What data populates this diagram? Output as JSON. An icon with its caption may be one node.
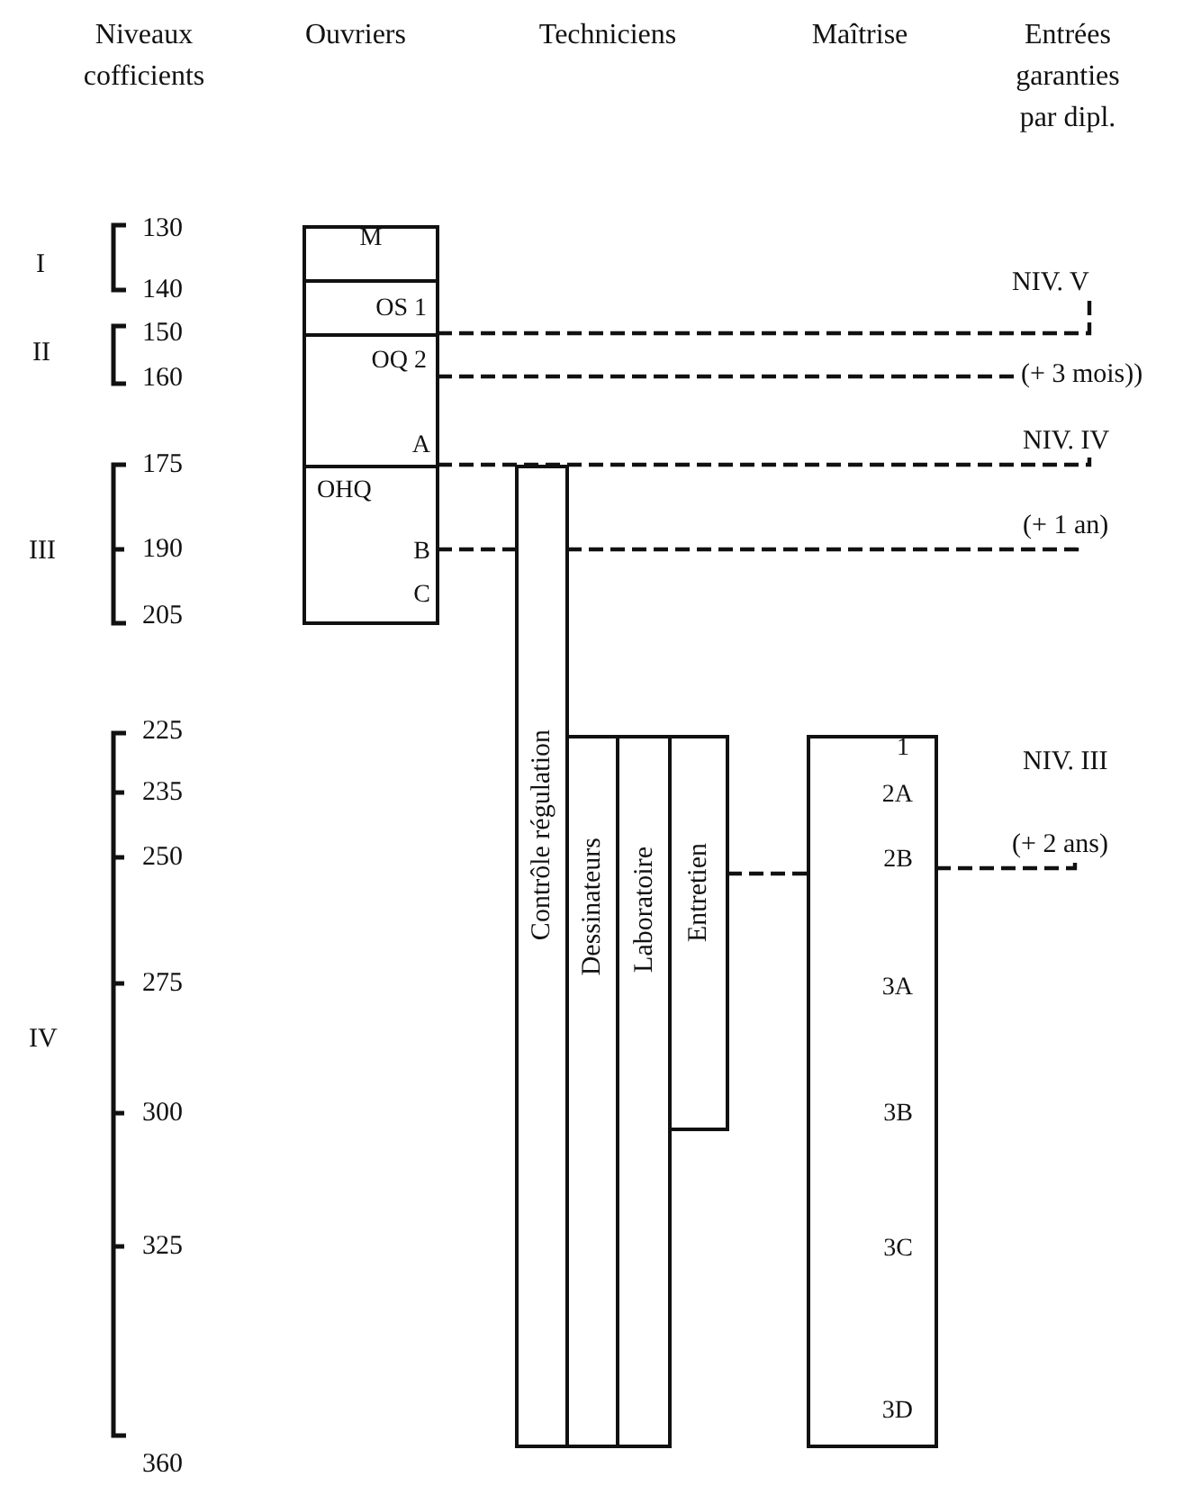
{
  "diagram": {
    "nodes": [
      {
        "text": [
          "M"
        ]
      },
      {
        "text": [
          "OS 1"
        ]
      },
      {
        "text": [
          "OQ 2",
          "A"
        ]
      },
      {
        "text": [
          "OHQ",
          "B",
          "C"
        ]
      },
      {
        "text": [
          "Contrôle régulation"
        ]
      },
      {
        "text": [
          "Dessinateurs"
        ]
      },
      {
        "text": [
          "Laboratoire"
        ]
      },
      {
        "text": [
          "Entretien"
        ]
      },
      {
        "text": [
          "1",
          "2A",
          "2B",
          "3A",
          "3B",
          "3C",
          "3D"
        ]
      },
      {
        "text": [
          "NIV. V"
        ]
      },
      {
        "text": [
          "(+ 3 mois))"
        ]
      },
      {
        "text": [
          "NIV. IV"
        ]
      },
      {
        "text": [
          "(+ 1 an)"
        ]
      },
      {
        "text": [
          "NIV. III"
        ]
      },
      {
        "text": [
          "(+ 2 ans)"
        ]
      }
    ],
    "edges": [
      {
        "from": 2,
        "to": 9,
        "arrow": "none",
        "style": "dashed"
      },
      {
        "from": 2,
        "to": 10,
        "arrow": "none",
        "style": "dashed"
      },
      {
        "from": 3,
        "to": 11,
        "arrow": "none",
        "style": "dashed"
      },
      {
        "from": 3,
        "to": 4,
        "arrow": "none",
        "style": "dashed"
      },
      {
        "from": 4,
        "to": 12,
        "arrow": "none",
        "style": "dashed"
      },
      {
        "from": 7,
        "to": 8,
        "arrow": "none",
        "style": "dashed"
      },
      {
        "from": 8,
        "to": 14,
        "arrow": "none",
        "style": "dashed"
      }
    ],
    "labels": [
      "Niveaux cofficients",
      "Ouvriers",
      "Techniciens",
      "Maîtrise",
      "Entrées garanties par dipl.",
      "I",
      "130",
      "140",
      "II",
      "150",
      "160",
      "III",
      "175",
      "190",
      "205",
      "IV",
      "225",
      "235",
      "250",
      "275",
      "300",
      "325",
      "360"
    ]
  }
}
